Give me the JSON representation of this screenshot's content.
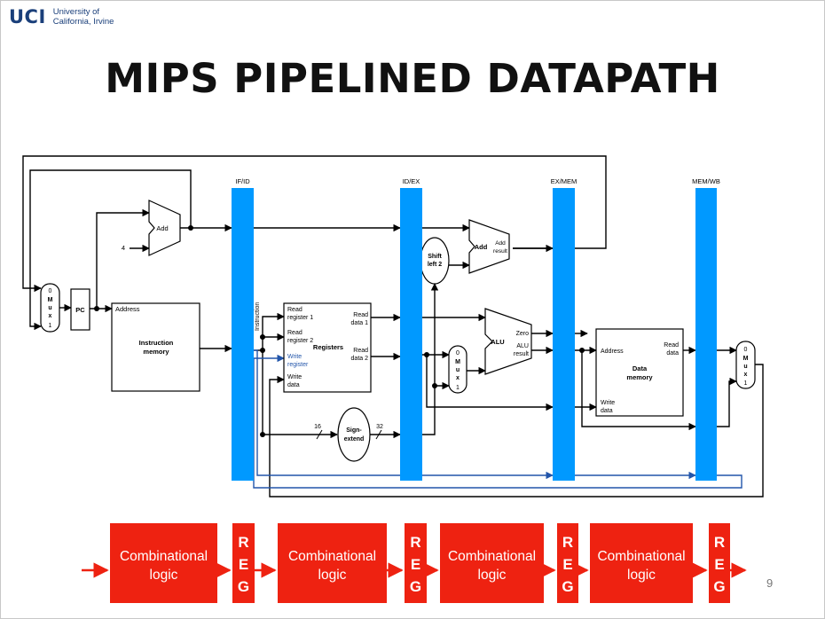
{
  "header": {
    "logo_mark": "UCI",
    "logo_line1": "University of",
    "logo_line2": "California, Irvine"
  },
  "title": "MIPS PIPELINED DATAPATH",
  "slide_number": "9",
  "registers": [
    "IF/ID",
    "ID/EX",
    "EX/MEM",
    "MEM/WB"
  ],
  "datapath": {
    "pc": "PC",
    "add_label": "Add",
    "four": "4",
    "instruction_memory": [
      "Instruction",
      "memory"
    ],
    "address": "Address",
    "instruction": "Instruction",
    "read_register_1": [
      "Read",
      "register 1"
    ],
    "read_register_2": [
      "Read",
      "register 2"
    ],
    "write_register": [
      "Write",
      "register"
    ],
    "write_data": [
      "Write",
      "data"
    ],
    "registers_label": "Registers",
    "read_data_1": [
      "Read",
      "data 1"
    ],
    "read_data_2": [
      "Read",
      "data 2"
    ],
    "shift_left_2": [
      "Shift",
      "left 2"
    ],
    "add_result": [
      "Add",
      "result"
    ],
    "alu": "ALU",
    "zero": "Zero",
    "alu_result": [
      "ALU",
      "result"
    ],
    "sign_extend": [
      "Sign-",
      "extend"
    ],
    "bits_16": "16",
    "bits_32": "32",
    "data_memory": [
      "Data",
      "memory"
    ],
    "dm_address": "Address",
    "dm_read_data": [
      "Read",
      "data"
    ],
    "dm_write_data": [
      "Write",
      "data"
    ],
    "mux": [
      "0",
      "M",
      "u",
      "x",
      "1"
    ]
  },
  "stages": {
    "combinational": [
      "Combinational",
      "logic"
    ],
    "reg": [
      "R",
      "E",
      "G"
    ],
    "count": 4
  },
  "colors": {
    "pipeline_register": "#0099ff",
    "stage_block": "#ee2211",
    "write_register_path": "#2255aa"
  }
}
